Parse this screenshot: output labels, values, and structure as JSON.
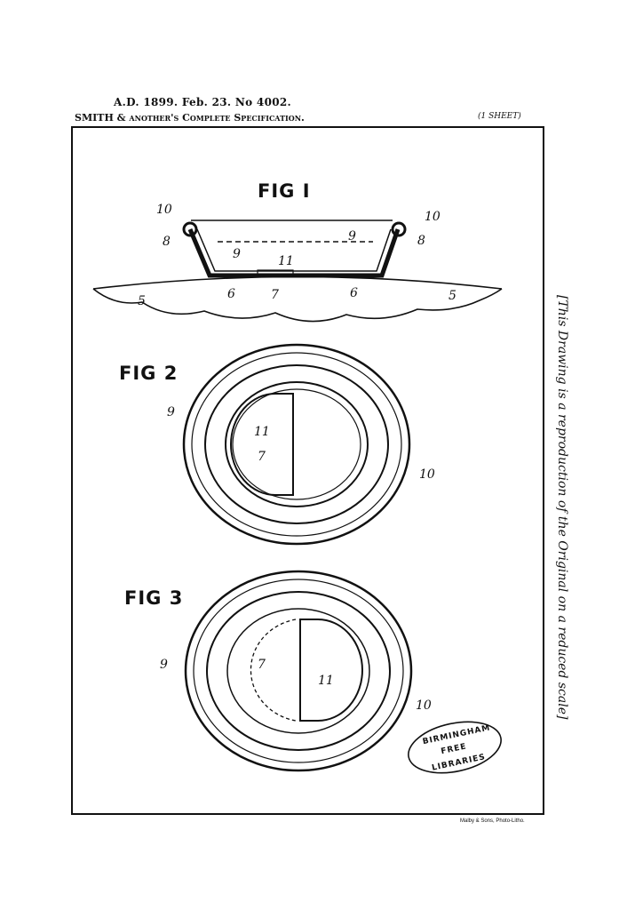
{
  "header": {
    "line1": "A.D. 1899. Feb. 23. No 4002.",
    "line2": "SMITH & another's Complete Specification.",
    "sheet": "(1 SHEET)"
  },
  "figures": {
    "fig1": {
      "title": "FIG I",
      "labels": [
        "10",
        "8",
        "9",
        "9",
        "10",
        "8",
        "11",
        "7",
        "6",
        "6",
        "5",
        "5"
      ]
    },
    "fig2": {
      "title": "FIG 2",
      "labels": [
        "9",
        "11",
        "7",
        "10"
      ]
    },
    "fig3": {
      "title": "FIG 3",
      "labels": [
        "9",
        "7",
        "11",
        "10"
      ]
    }
  },
  "stamp": {
    "line1": "BIRMINGHAM",
    "line2": "FREE",
    "line3": "LIBRARIES"
  },
  "side_note": "[This Drawing is a reproduction of the Original on a reduced scale]",
  "printer": "Malby & Sons, Photo-Litho."
}
